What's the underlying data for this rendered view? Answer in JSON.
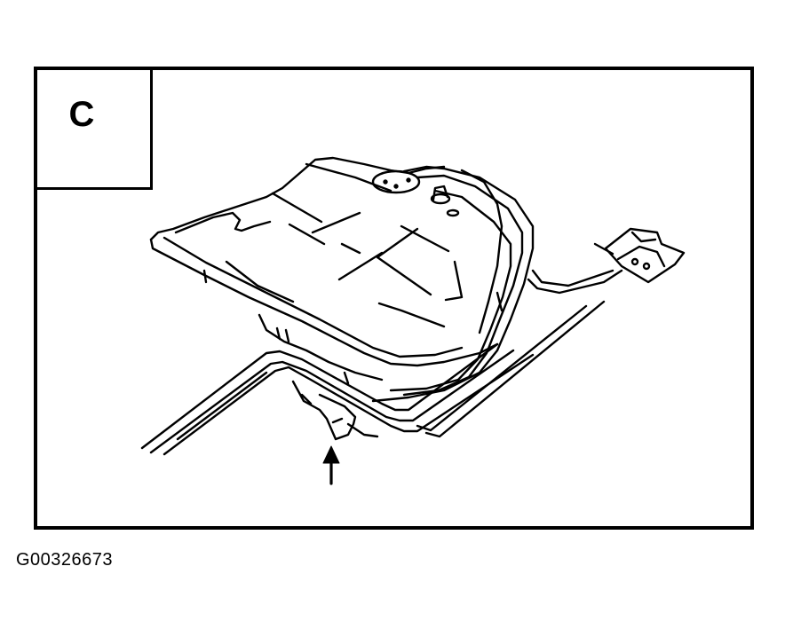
{
  "figure": {
    "panel_label": "C",
    "figure_code": "G00326673",
    "subject": "fuel tank with fuel lines, connector, and in-line fuel filter",
    "callouts": [
      {
        "type": "arrow",
        "direction": "up",
        "target": "in-line-fuel-filter"
      }
    ]
  },
  "colors": {
    "line": "#000000",
    "background": "#ffffff"
  }
}
